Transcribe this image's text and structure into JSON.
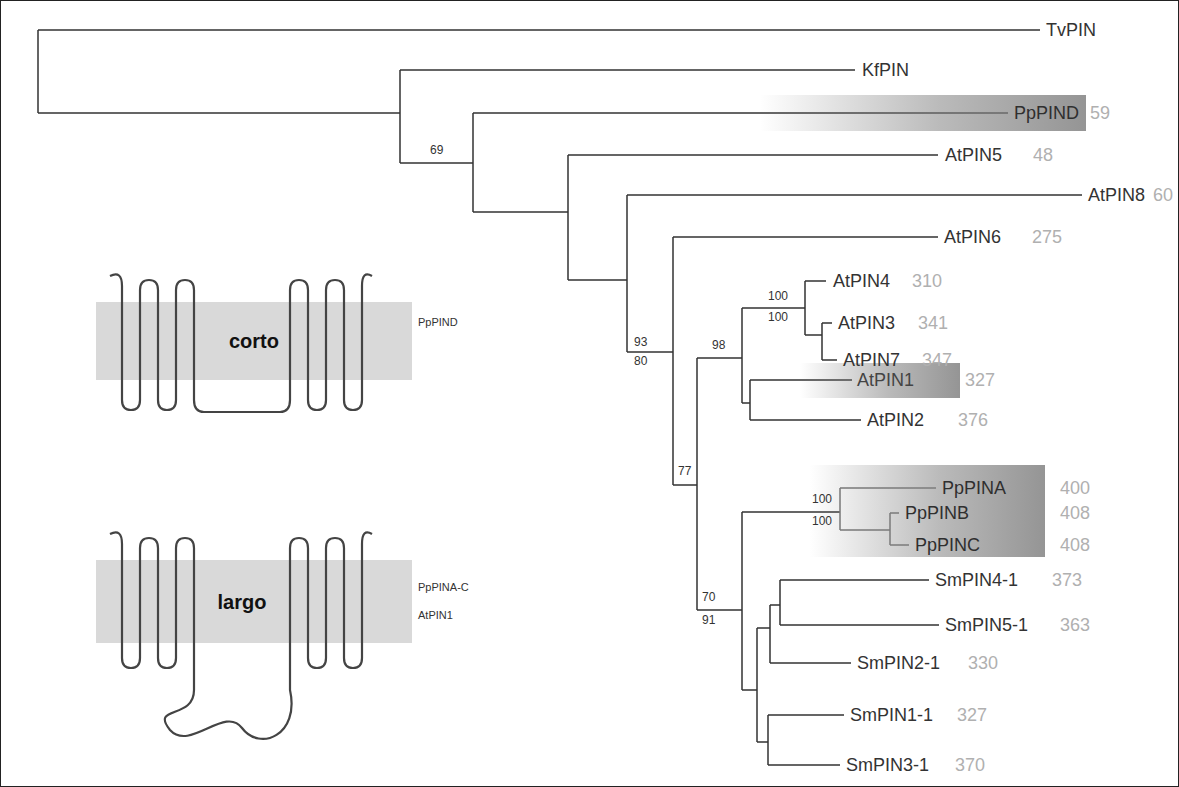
{
  "diagram": {
    "nodes": [
      {
        "text": [
          "PpPIND"
        ]
      },
      {
        "text": [
          "corto"
        ]
      },
      {
        "text": [
          "AtPIN1"
        ]
      },
      {
        "text": [
          "PpPINA",
          "PpPINB",
          "PpPINC"
        ]
      },
      {
        "text": [
          "largo"
        ]
      }
    ],
    "labels": [
      "TvPIN",
      "KfPIN",
      "59",
      "AtPIN5",
      "48",
      "AtPIN8",
      "60",
      "AtPIN6",
      "275",
      "AtPIN4",
      "310",
      "AtPIN3",
      "341",
      "AtPIN7",
      "347",
      "327",
      "AtPIN2",
      "376",
      "400",
      "408",
      "408",
      "SmPIN4-1",
      "373",
      "SmPIN5-1",
      "363",
      "SmPIN2-1",
      "330",
      "SmPIN1-1",
      "327",
      "SmPIN3-1",
      "370",
      "69",
      "93",
      "80",
      "100",
      "100",
      "98",
      "77",
      "100",
      "100",
      "70",
      "91",
      "PpPIND",
      "PpPINA-C",
      "AtPIN1"
    ]
  }
}
